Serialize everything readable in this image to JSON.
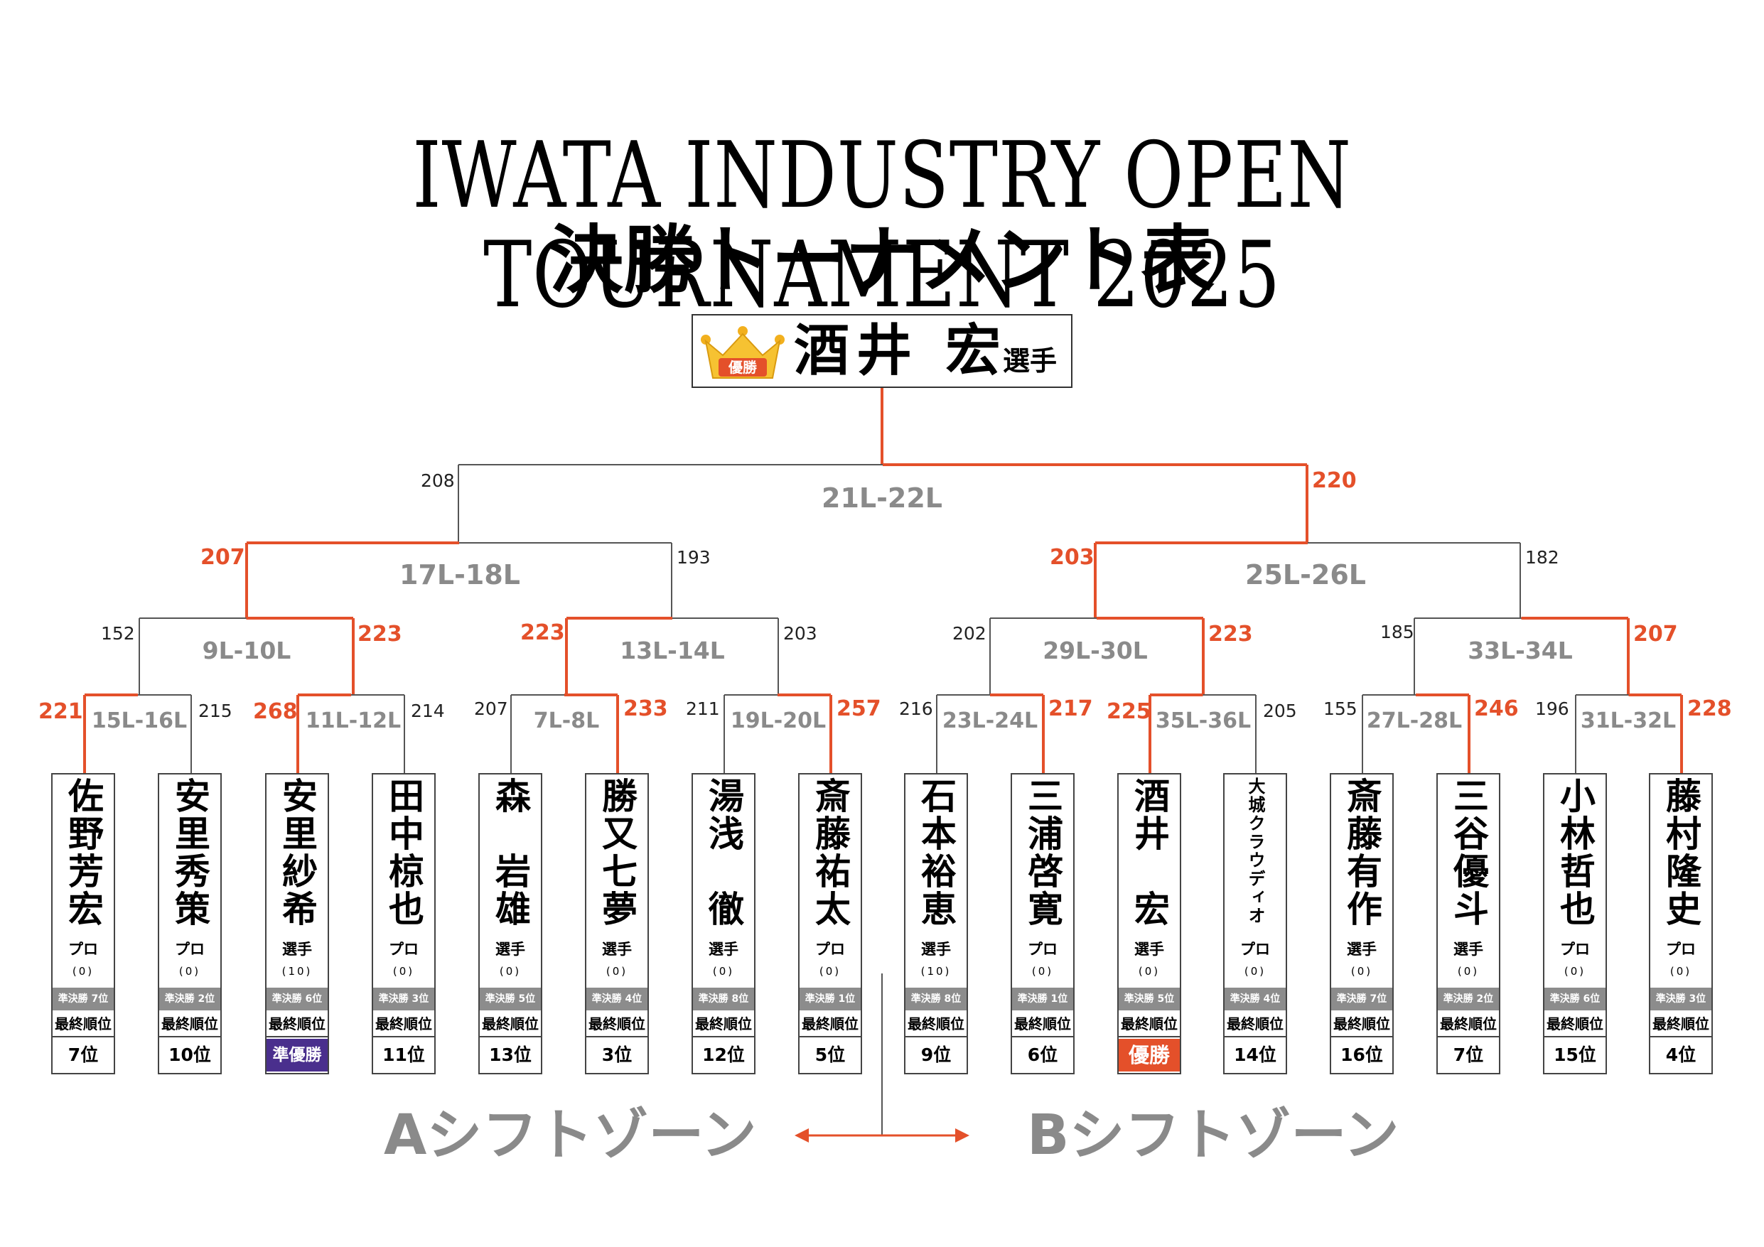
{
  "header": {
    "title_en": "IWATA INDUSTRY OPEN TOURNAMENT 2025",
    "title_jp": "決勝トーナメント表"
  },
  "champion": {
    "badge": "優勝",
    "name": "酒井 宏",
    "suffix": "選手"
  },
  "rounds": {
    "final": "21L-22L",
    "semi_a": "17L-18L",
    "semi_b": "25L-26L",
    "qf_1": "9L-10L",
    "qf_2": "13L-14L",
    "qf_3": "29L-30L",
    "qf_4": "33L-34L",
    "r1_1": "15L-16L",
    "r1_2": "11L-12L",
    "r1_3": "7L-8L",
    "r1_4": "19L-20L",
    "r1_5": "23L-24L",
    "r1_6": "35L-36L",
    "r1_7": "27L-28L",
    "r1_8": "31L-32L"
  },
  "scores": {
    "final_left": "208",
    "final_right": "220",
    "semi_a_left": "207",
    "semi_a_right": "193",
    "semi_b_left": "203",
    "semi_b_right": "182",
    "qf_1_left": "152",
    "qf_1_right": "223",
    "qf_2_left": "223",
    "qf_2_right": "203",
    "qf_3_left": "202",
    "qf_3_right": "223",
    "qf_4_left": "185",
    "qf_4_right": "207",
    "r1_1_left": "221",
    "r1_1_right": "215",
    "r1_2_left": "268",
    "r1_2_right": "214",
    "r1_3_left": "207",
    "r1_3_right": "233",
    "r1_4_left": "211",
    "r1_4_right": "257",
    "r1_5_left": "216",
    "r1_5_right": "217",
    "r1_6_left": "225",
    "r1_6_right": "205",
    "r1_7_left": "155",
    "r1_7_right": "246",
    "r1_8_left": "196",
    "r1_8_right": "228"
  },
  "final_rank_label": "最終順位",
  "players": [
    {
      "name": "佐野芳宏",
      "title": "プロ",
      "points": "(0)",
      "semi": "準決勝 7位",
      "final": "7位"
    },
    {
      "name": "安里秀策",
      "title": "プロ",
      "points": "(0)",
      "semi": "準決勝 2位",
      "final": "10位"
    },
    {
      "name": "安里紗希",
      "title": "選手",
      "points": "(10)",
      "semi": "準決勝 6位",
      "final": "準優勝"
    },
    {
      "name": "田中椋也",
      "title": "プロ",
      "points": "(0)",
      "semi": "準決勝 3位",
      "final": "11位"
    },
    {
      "name": "森　岩雄",
      "title": "選手",
      "points": "(0)",
      "semi": "準決勝 5位",
      "final": "13位"
    },
    {
      "name": "勝又七夢",
      "title": "選手",
      "points": "(0)",
      "semi": "準決勝 4位",
      "final": "3位"
    },
    {
      "name": "湯浅　徹",
      "title": "選手",
      "points": "(0)",
      "semi": "準決勝 8位",
      "final": "12位"
    },
    {
      "name": "斎藤祐太",
      "title": "プロ",
      "points": "(0)",
      "semi": "準決勝 1位",
      "final": "5位"
    },
    {
      "name": "石本裕恵",
      "title": "選手",
      "points": "(10)",
      "semi": "準決勝 8位",
      "final": "9位"
    },
    {
      "name": "三浦啓寛",
      "title": "プロ",
      "points": "(0)",
      "semi": "準決勝 1位",
      "final": "6位"
    },
    {
      "name": "酒井　宏",
      "title": "選手",
      "points": "(0)",
      "semi": "準決勝 5位",
      "final": "優勝"
    },
    {
      "name": "大城クラウディオ",
      "title": "プロ",
      "points": "(0)",
      "semi": "準決勝 4位",
      "final": "14位"
    },
    {
      "name": "斎藤有作",
      "title": "選手",
      "points": "(0)",
      "semi": "準決勝 7位",
      "final": "16位"
    },
    {
      "name": "三谷優斗",
      "title": "選手",
      "points": "(0)",
      "semi": "準決勝 2位",
      "final": "7位"
    },
    {
      "name": "小林哲也",
      "title": "プロ",
      "points": "(0)",
      "semi": "準決勝 6位",
      "final": "15位"
    },
    {
      "name": "藤村隆史",
      "title": "プロ",
      "points": "(0)",
      "semi": "準決勝 3位",
      "final": "4位"
    }
  ],
  "zones": {
    "a": "Aシフトゾーン",
    "b": "Bシフトゾーン"
  },
  "colors": {
    "win_line": "#e4502a",
    "lose_line": "#555555",
    "runner_up_bg": "#4a2f8d",
    "champion_bg": "#e4502a",
    "round_label": "#8a8a8a",
    "semi_bar": "#8c8c8c"
  },
  "icons": {
    "crown": "crown-icon",
    "zone_arrow": "double-arrow-icon"
  }
}
